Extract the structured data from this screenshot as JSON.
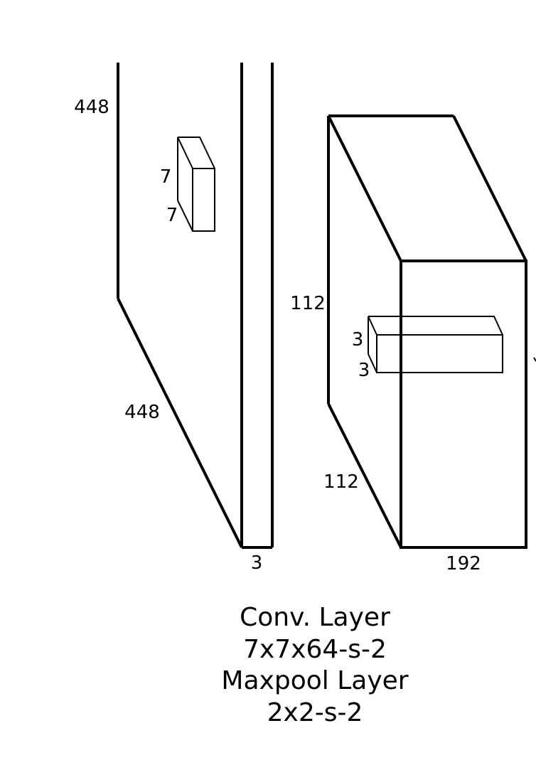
{
  "input_volume": {
    "height_label": "448",
    "width_label": "448",
    "depth_label": "3",
    "kernel": {
      "height_label": "7",
      "width_label": "7"
    }
  },
  "output_volume": {
    "height_label": "112",
    "width_label": "112",
    "depth_label": "192",
    "kernel": {
      "height_label": "3",
      "width_label": "3"
    }
  },
  "caption": {
    "line1": "Conv. Layer",
    "line2": "7x7x64-s-2",
    "line3": "Maxpool Layer",
    "line4": "2x2-s-2"
  }
}
